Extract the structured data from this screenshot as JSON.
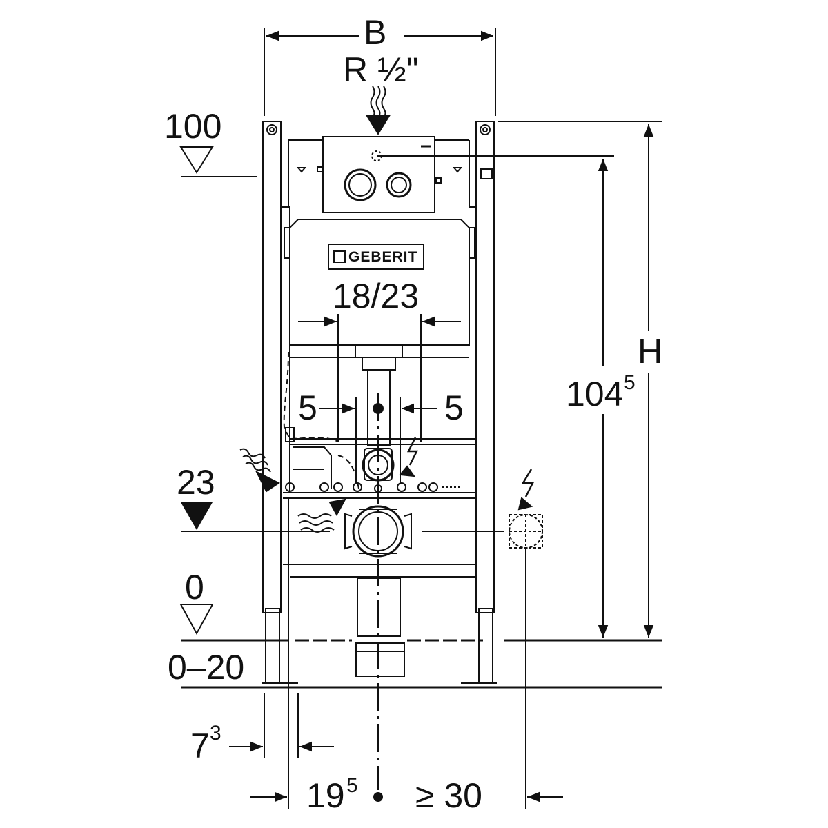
{
  "dimensions": {
    "width_label": "B",
    "pipe_thread": "R ½\"",
    "top_level": "100",
    "flush_height": "18/23",
    "left_offset": "5",
    "right_offset": "5",
    "outlet_level": "23",
    "height_label": "H",
    "total_height_base": "104",
    "total_height_sup": "5",
    "floor_level": "0",
    "floor_adjust": "0–20",
    "foot_width_base": "7",
    "foot_width_sup": "3",
    "center_base": "19",
    "center_sup": "5",
    "min_side": "≥ 30"
  },
  "brand": {
    "logo_text": "GEBERIT"
  },
  "colors": {
    "line": "#111111",
    "background": "#ffffff"
  }
}
